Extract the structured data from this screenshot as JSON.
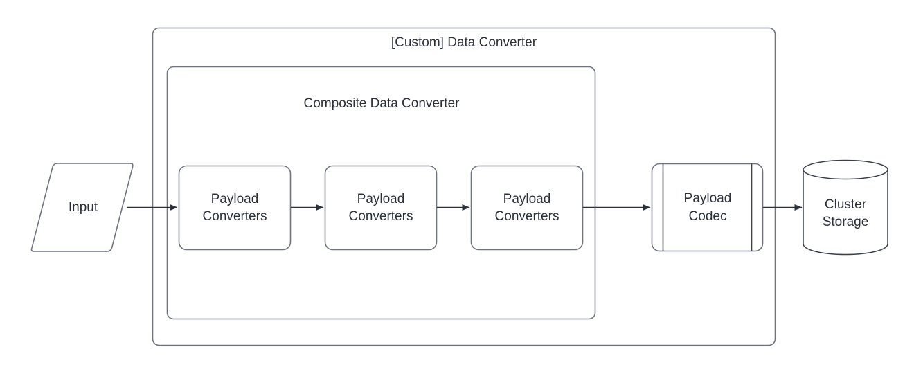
{
  "diagram": {
    "title": "[Custom] Data Converter",
    "background": "#ffffff",
    "stroke_color": "#6f7480",
    "text_color": "#2b313a",
    "fill_color": "#ffffff",
    "containers": [
      {
        "id": "custom-data-converter",
        "label": "[Custom] Data Converter"
      },
      {
        "id": "composite-data-converter",
        "label": "Composite Data Converter"
      }
    ],
    "nodes": [
      {
        "id": "input",
        "label": "Input",
        "shape": "parallelogram"
      },
      {
        "id": "payload-converters-1",
        "label": "Payload\nConverters",
        "shape": "rounded-rect"
      },
      {
        "id": "payload-converters-2",
        "label": "Payload\nConverters",
        "shape": "rounded-rect"
      },
      {
        "id": "payload-converters-3",
        "label": "Payload\nConverters",
        "shape": "rounded-rect"
      },
      {
        "id": "payload-codec",
        "label": "Payload\nCodec",
        "shape": "process"
      },
      {
        "id": "cluster-storage",
        "label": "Cluster\nStorage",
        "shape": "cylinder"
      }
    ],
    "edges": [
      {
        "id": "edge-input-to-pc1",
        "from": "input",
        "to": "payload-converters-1",
        "arrow": "single"
      },
      {
        "id": "edge-pc1-to-pc2",
        "from": "payload-converters-1",
        "to": "payload-converters-2",
        "arrow": "single"
      },
      {
        "id": "edge-pc2-to-pc3",
        "from": "payload-converters-2",
        "to": "payload-converters-3",
        "arrow": "single"
      },
      {
        "id": "edge-pc3-to-codec",
        "from": "payload-converters-3",
        "to": "payload-codec",
        "arrow": "single"
      },
      {
        "id": "edge-codec-to-storage",
        "from": "payload-codec",
        "to": "cluster-storage",
        "arrow": "single"
      }
    ]
  }
}
